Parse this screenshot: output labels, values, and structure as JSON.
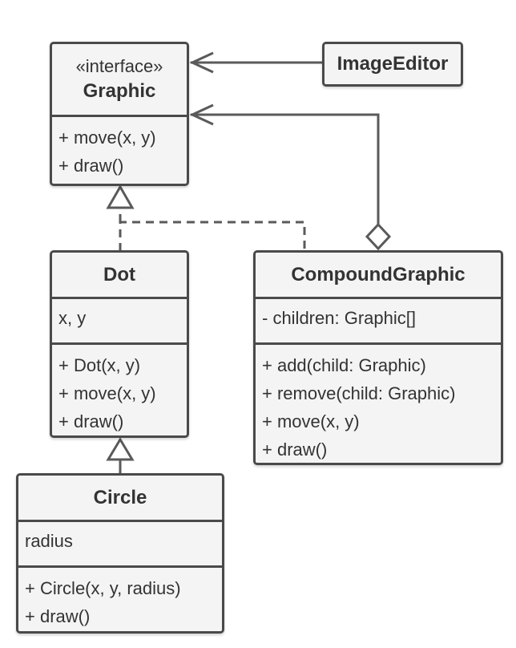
{
  "colors": {
    "border": "#4a4a4a",
    "fill": "#f4f4f4",
    "arrow": "#5a5a5a"
  },
  "graphic": {
    "stereotype": "«interface»",
    "name": "Graphic",
    "methods": [
      "+ move(x, y)",
      "+ draw()"
    ]
  },
  "image_editor": {
    "name": "ImageEditor"
  },
  "dot": {
    "name": "Dot",
    "fields": [
      "x, y"
    ],
    "methods": [
      "+ Dot(x, y)",
      "+ move(x, y)",
      "+ draw()"
    ]
  },
  "compound": {
    "name": "CompoundGraphic",
    "fields": [
      "- children: Graphic[]"
    ],
    "methods": [
      "+ add(child: Graphic)",
      "+ remove(child: Graphic)",
      "+ move(x, y)",
      "+ draw()"
    ]
  },
  "circle": {
    "name": "Circle",
    "fields": [
      "radius"
    ],
    "methods": [
      "+ Circle(x, y, radius)",
      "+ draw()"
    ]
  }
}
